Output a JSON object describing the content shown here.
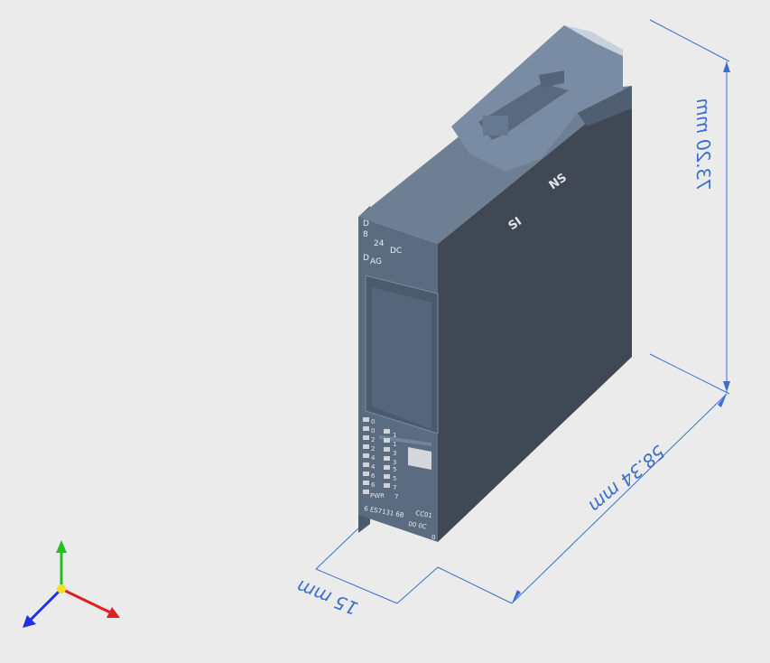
{
  "viewer": {
    "background": "#ebebeb",
    "dimension_color": "#3a6fd0"
  },
  "dimensions": {
    "height_label": "73.20 mm",
    "depth_label": "58.34 mm",
    "width_label": "15 mm"
  },
  "module": {
    "top_label_lines": [
      "D",
      "8",
      "24",
      "DC",
      "D",
      "AG"
    ],
    "side_text_1": "SI",
    "side_text_2": "NS",
    "channel_left": [
      "0",
      "0",
      "2",
      "2",
      "4",
      "4",
      "6",
      "6"
    ],
    "channel_right": [
      "1",
      "1",
      "3",
      "3",
      "5",
      "5",
      "7",
      "7"
    ],
    "pwr_label": "PWR",
    "order_number": "6 ES7131 6B",
    "version": "00 0C",
    "version_suffix": "0",
    "function_class": "CC01"
  },
  "axes": {
    "x_color": "#e02020",
    "y_color": "#20c020",
    "z_color": "#2030e0",
    "origin_color": "#f0e020"
  }
}
